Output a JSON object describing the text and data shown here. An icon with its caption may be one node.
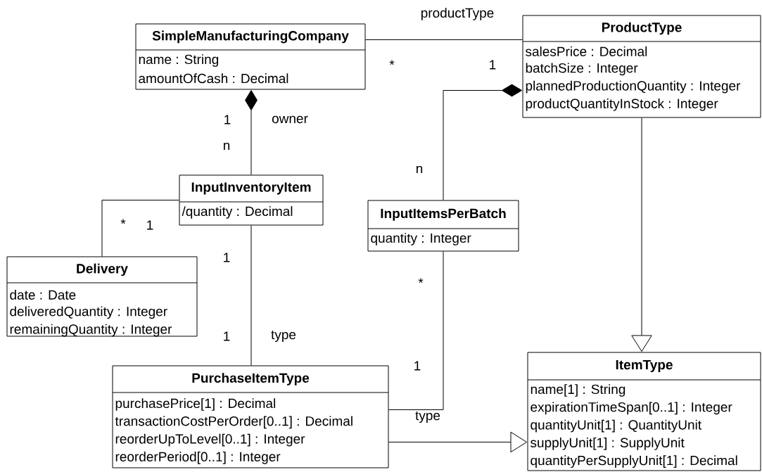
{
  "diagram": {
    "nodes": [
      {
        "text": [
          "SimpleManufacturingCompany",
          "name : String",
          "amountOfCash : Decimal"
        ]
      },
      {
        "text": [
          "ProductType",
          "salesPrice : Decimal",
          "batchSize : Integer",
          "plannedProductionQuantity : Integer",
          "productQuantityInStock : Integer"
        ]
      },
      {
        "text": [
          "InputInventoryItem",
          "/quantity : Decimal"
        ]
      },
      {
        "text": [
          "InputItemsPerBatch",
          "quantity : Integer"
        ]
      },
      {
        "text": [
          "Delivery",
          "date : Date",
          "deliveredQuantity : Integer",
          "remainingQuantity : Integer"
        ]
      },
      {
        "text": [
          "PurchaseItemType",
          "purchasePrice[1] : Decimal",
          "transactionCostPerOrder[0..1] : Decimal",
          "reorderUpToLevel[0..1] : Integer",
          "reorderPeriod[0..1] : Integer"
        ]
      },
      {
        "text": [
          "ItemType",
          "name[1] : String",
          "expirationTimeSpan[0..1] : Integer",
          "quantityUnit[1] : QuantityUnit",
          "supplyUnit[1] : SupplyUnit",
          "quantityPerSupplyUnit[1] : Decimal"
        ]
      }
    ],
    "edges": [
      {
        "from": 0,
        "to": 1,
        "arrow": "none",
        "label": "productType"
      },
      {
        "from": 2,
        "to": 0,
        "arrow": "other",
        "label": "owner"
      },
      {
        "from": 3,
        "to": 1,
        "arrow": "other"
      },
      {
        "from": 2,
        "to": 4,
        "arrow": "none"
      },
      {
        "from": 2,
        "to": 5,
        "arrow": "none",
        "label": "type"
      },
      {
        "from": 3,
        "to": 5,
        "arrow": "none"
      },
      {
        "from": 1,
        "to": 6,
        "arrow": "to"
      },
      {
        "from": 5,
        "to": 6,
        "arrow": "to",
        "label": "type"
      }
    ],
    "labels": [
      "*",
      "1",
      "1",
      "n",
      "n",
      "*",
      "1",
      "1",
      "*",
      "1",
      "1"
    ]
  }
}
